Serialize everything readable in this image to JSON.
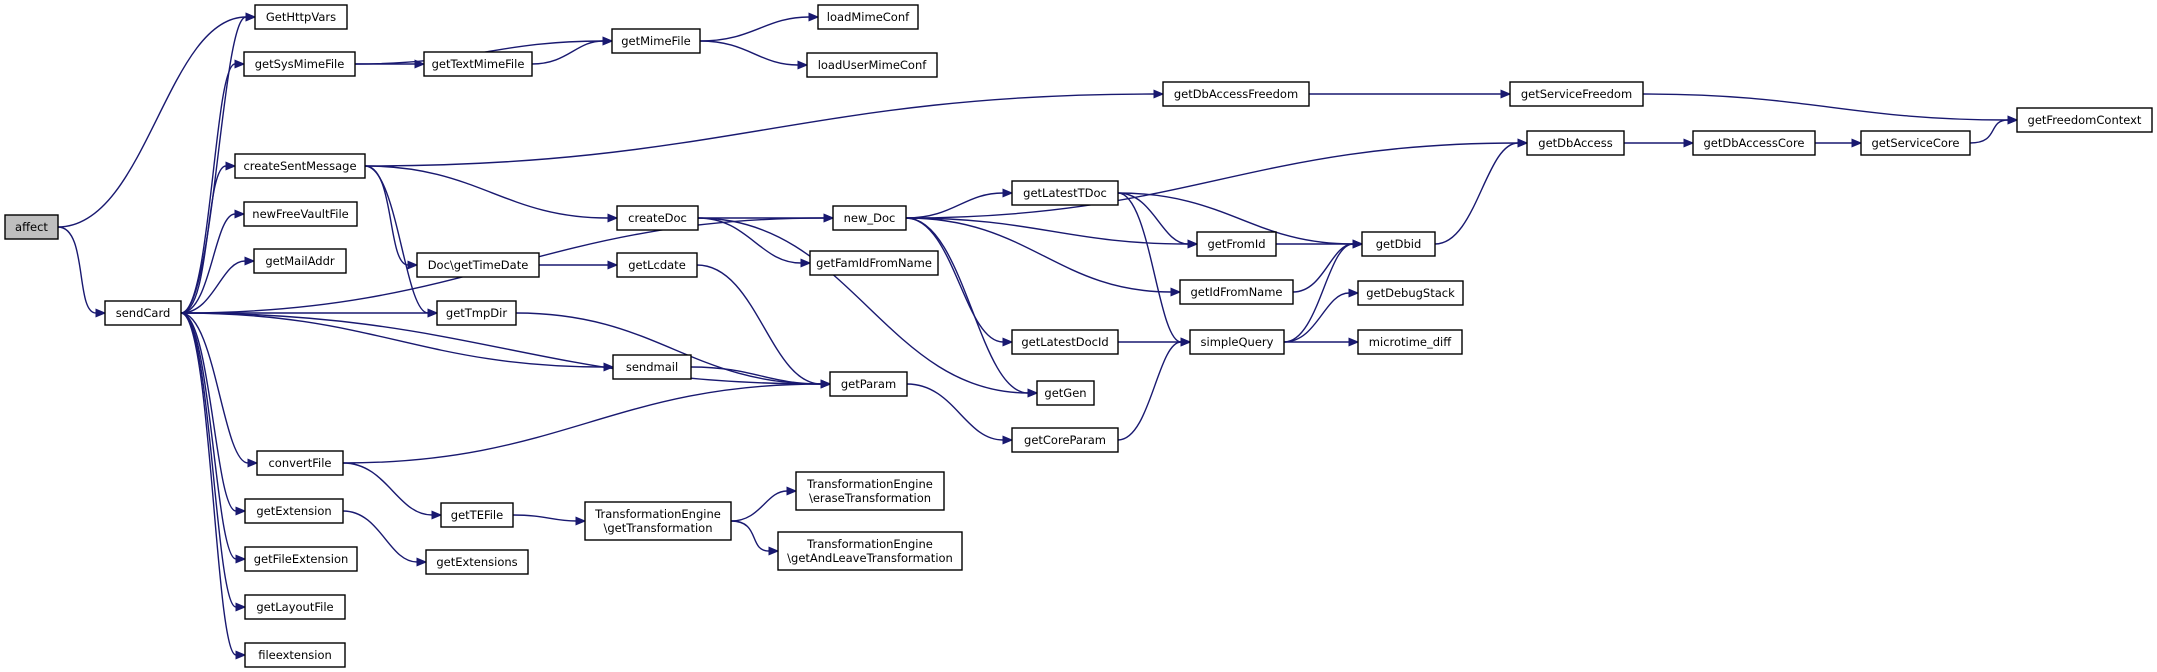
{
  "diagram": {
    "colors": {
      "edge": "#191970",
      "node_border": "#000000",
      "node_fill": "#ffffff",
      "root_fill": "#bfbfbf"
    },
    "nodes": [
      {
        "id": "affect",
        "label": "affect"
      },
      {
        "id": "GetHttpVars",
        "label": "GetHttpVars"
      },
      {
        "id": "sendCard",
        "label": "sendCard"
      },
      {
        "id": "getSysMimeFile",
        "label": "getSysMimeFile"
      },
      {
        "id": "createSentMessage",
        "label": "createSentMessage"
      },
      {
        "id": "newFreeVaultFile",
        "label": "newFreeVaultFile"
      },
      {
        "id": "getMailAddr",
        "label": "getMailAddr"
      },
      {
        "id": "convertFile",
        "label": "convertFile"
      },
      {
        "id": "getExtension",
        "label": "getExtension"
      },
      {
        "id": "getFileExtension",
        "label": "getFileExtension"
      },
      {
        "id": "getLayoutFile",
        "label": "getLayoutFile"
      },
      {
        "id": "fileextension",
        "label": "fileextension"
      },
      {
        "id": "getTextMimeFile",
        "label": "getTextMimeFile"
      },
      {
        "id": "DocGetTimeDate",
        "label": "Doc\\getTimeDate"
      },
      {
        "id": "getTmpDir",
        "label": "getTmpDir"
      },
      {
        "id": "getTEFile",
        "label": "getTEFile"
      },
      {
        "id": "getExtensions",
        "label": "getExtensions"
      },
      {
        "id": "getMimeFile",
        "label": "getMimeFile"
      },
      {
        "id": "createDoc",
        "label": "createDoc"
      },
      {
        "id": "getLcdate",
        "label": "getLcdate"
      },
      {
        "id": "sendmail",
        "label": "sendmail"
      },
      {
        "id": "TEgetTransformation",
        "label": "TransformationEngine\n\\getTransformation"
      },
      {
        "id": "loadMimeConf",
        "label": "loadMimeConf"
      },
      {
        "id": "loadUserMimeConf",
        "label": "loadUserMimeConf"
      },
      {
        "id": "new_Doc",
        "label": "new_Doc"
      },
      {
        "id": "getFamIdFromName",
        "label": "getFamIdFromName"
      },
      {
        "id": "getParam",
        "label": "getParam"
      },
      {
        "id": "TEeraseTransformation",
        "label": "TransformationEngine\n\\eraseTransformation"
      },
      {
        "id": "TEgetAndLeaveTransformation",
        "label": "TransformationEngine\n\\getAndLeaveTransformation"
      },
      {
        "id": "getLatestTDoc",
        "label": "getLatestTDoc"
      },
      {
        "id": "getLatestDocId",
        "label": "getLatestDocId"
      },
      {
        "id": "getGen",
        "label": "getGen"
      },
      {
        "id": "getCoreParam",
        "label": "getCoreParam"
      },
      {
        "id": "getDbAccessFreedom",
        "label": "getDbAccessFreedom"
      },
      {
        "id": "getFromId",
        "label": "getFromId"
      },
      {
        "id": "getIdFromName",
        "label": "getIdFromName"
      },
      {
        "id": "simpleQuery",
        "label": "simpleQuery"
      },
      {
        "id": "getDbid",
        "label": "getDbid"
      },
      {
        "id": "getDebugStack",
        "label": "getDebugStack"
      },
      {
        "id": "microtime_diff",
        "label": "microtime_diff"
      },
      {
        "id": "getServiceFreedom",
        "label": "getServiceFreedom"
      },
      {
        "id": "getDbAccess",
        "label": "getDbAccess"
      },
      {
        "id": "getDbAccessCore",
        "label": "getDbAccessCore"
      },
      {
        "id": "getServiceCore",
        "label": "getServiceCore"
      },
      {
        "id": "getFreedomContext",
        "label": "getFreedomContext"
      }
    ],
    "edges": [
      [
        "affect",
        "GetHttpVars"
      ],
      [
        "affect",
        "sendCard"
      ],
      [
        "sendCard",
        "GetHttpVars"
      ],
      [
        "sendCard",
        "getSysMimeFile"
      ],
      [
        "sendCard",
        "new_Doc"
      ],
      [
        "sendCard",
        "createSentMessage"
      ],
      [
        "sendCard",
        "newFreeVaultFile"
      ],
      [
        "sendCard",
        "getMailAddr"
      ],
      [
        "sendCard",
        "getTmpDir"
      ],
      [
        "sendCard",
        "sendmail"
      ],
      [
        "sendCard",
        "getParam"
      ],
      [
        "sendCard",
        "convertFile"
      ],
      [
        "sendCard",
        "getExtension"
      ],
      [
        "sendCard",
        "getFileExtension"
      ],
      [
        "sendCard",
        "getLayoutFile"
      ],
      [
        "sendCard",
        "fileextension"
      ],
      [
        "getSysMimeFile",
        "getMimeFile"
      ],
      [
        "getSysMimeFile",
        "getTextMimeFile"
      ],
      [
        "getTextMimeFile",
        "getMimeFile"
      ],
      [
        "getMimeFile",
        "loadMimeConf"
      ],
      [
        "getMimeFile",
        "loadUserMimeConf"
      ],
      [
        "createSentMessage",
        "getDbAccessFreedom"
      ],
      [
        "createSentMessage",
        "createDoc"
      ],
      [
        "createSentMessage",
        "DocGetTimeDate"
      ],
      [
        "createSentMessage",
        "getTmpDir"
      ],
      [
        "DocGetTimeDate",
        "getLcdate"
      ],
      [
        "getLcdate",
        "getParam"
      ],
      [
        "getTmpDir",
        "getParam"
      ],
      [
        "sendmail",
        "getParam"
      ],
      [
        "convertFile",
        "getParam"
      ],
      [
        "convertFile",
        "getTEFile"
      ],
      [
        "getTEFile",
        "TEgetTransformation"
      ],
      [
        "TEgetTransformation",
        "TEeraseTransformation"
      ],
      [
        "TEgetTransformation",
        "TEgetAndLeaveTransformation"
      ],
      [
        "getExtension",
        "getExtensions"
      ],
      [
        "createDoc",
        "new_Doc"
      ],
      [
        "createDoc",
        "getFamIdFromName"
      ],
      [
        "createDoc",
        "getGen"
      ],
      [
        "new_Doc",
        "getDbAccess"
      ],
      [
        "new_Doc",
        "getLatestTDoc"
      ],
      [
        "new_Doc",
        "getFromId"
      ],
      [
        "new_Doc",
        "getIdFromName"
      ],
      [
        "new_Doc",
        "getLatestDocId"
      ],
      [
        "new_Doc",
        "getGen"
      ],
      [
        "getParam",
        "getCoreParam"
      ],
      [
        "getCoreParam",
        "simpleQuery"
      ],
      [
        "getLatestTDoc",
        "getFromId"
      ],
      [
        "getLatestTDoc",
        "getDbid"
      ],
      [
        "getLatestTDoc",
        "simpleQuery"
      ],
      [
        "getLatestDocId",
        "simpleQuery"
      ],
      [
        "getFromId",
        "getDbid"
      ],
      [
        "getIdFromName",
        "getDbid"
      ],
      [
        "simpleQuery",
        "getDbid"
      ],
      [
        "simpleQuery",
        "getDebugStack"
      ],
      [
        "simpleQuery",
        "microtime_diff"
      ],
      [
        "getDbid",
        "getDbAccess"
      ],
      [
        "getDbAccessFreedom",
        "getServiceFreedom"
      ],
      [
        "getServiceFreedom",
        "getFreedomContext"
      ],
      [
        "getDbAccess",
        "getDbAccessCore"
      ],
      [
        "getDbAccessCore",
        "getServiceCore"
      ],
      [
        "getServiceCore",
        "getFreedomContext"
      ]
    ]
  }
}
